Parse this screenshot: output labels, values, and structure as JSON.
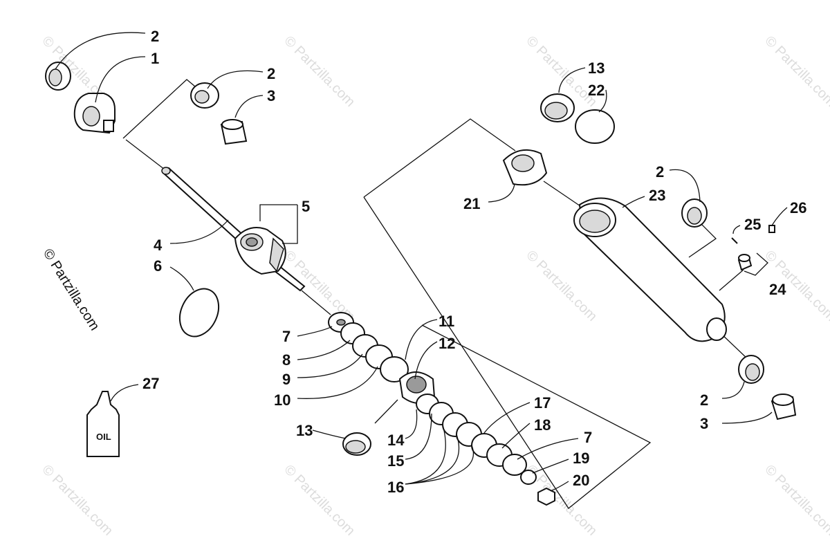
{
  "watermark": "© Partzilla.com",
  "side_credit": "© Partzilla.com",
  "oil_bottle_label": "OIL",
  "callouts": [
    "2",
    "1",
    "2",
    "3",
    "5",
    "4",
    "6",
    "7",
    "8",
    "9",
    "10",
    "11",
    "12",
    "13",
    "14",
    "15",
    "16",
    "17",
    "18",
    "7",
    "19",
    "20",
    "13",
    "22",
    "21",
    "2",
    "23",
    "25",
    "26",
    "24",
    "2",
    "3",
    "27"
  ]
}
